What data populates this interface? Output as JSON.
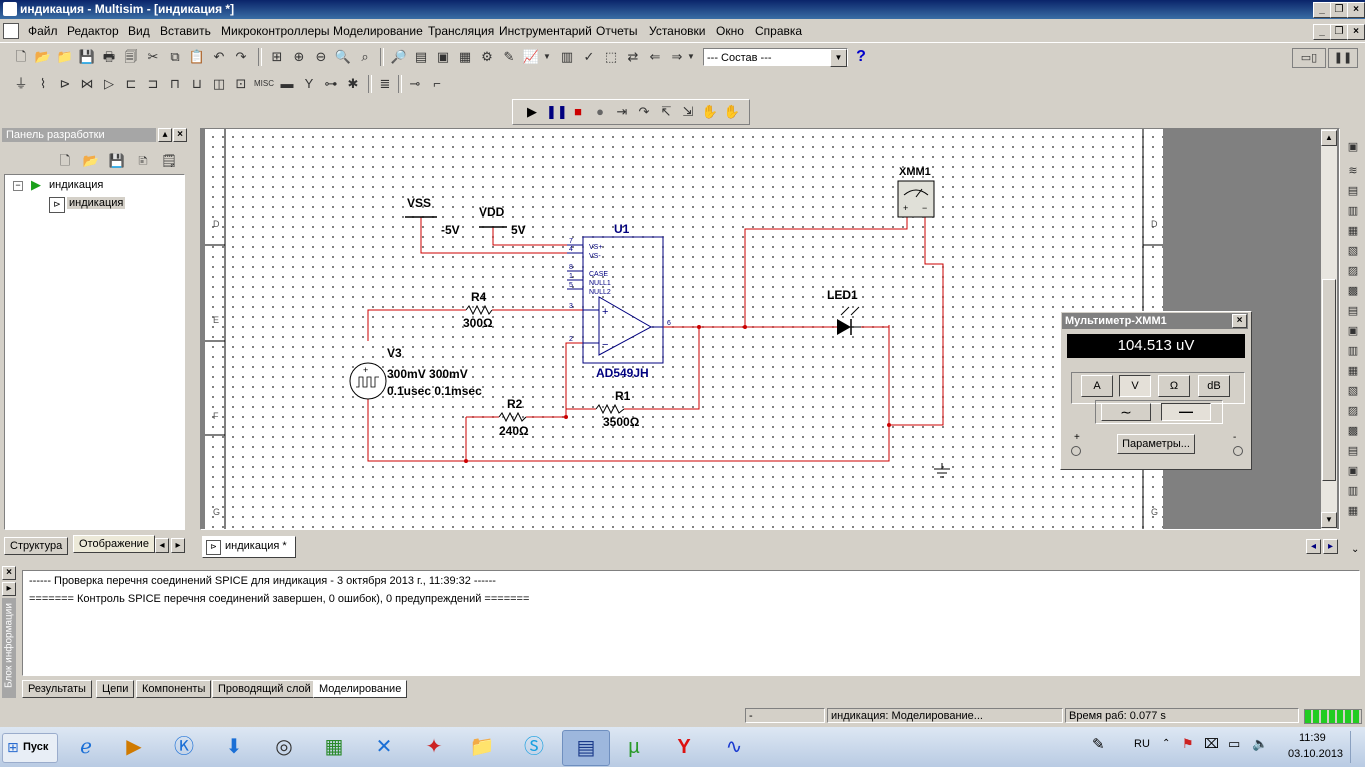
{
  "window": {
    "title": "индикация - Multisim - [индикация *]"
  },
  "menu": [
    "Файл",
    "Редактор",
    "Вид",
    "Вставить",
    "Микроконтроллеры",
    "Моделирование",
    "Трансляция",
    "Инструментарий",
    "Отчеты",
    "Установки",
    "Окно",
    "Справка"
  ],
  "toolbar": {
    "components_combo": "--- Состав ---",
    "help_glyph": "?"
  },
  "design_panel": {
    "title": "Панель разработки",
    "tree_root": "индикация",
    "tree_child": "индикация",
    "tabs": [
      "Структура",
      "Отображение"
    ]
  },
  "schematic": {
    "tab_label": "индикация *",
    "components": {
      "vss_name": "VSS",
      "vss_value": "-5V",
      "vdd_name": "VDD",
      "vdd_value": "5V",
      "opamp_ref": "U1",
      "opamp_part": "AD549JH",
      "opamp_pins": [
        "VS+",
        "VS-",
        "CASE",
        "NULL1",
        "NULL2"
      ],
      "opamp_pin_numbers": [
        "7",
        "4",
        "8",
        "1",
        "5",
        "3",
        "2",
        "6"
      ],
      "r4_ref": "R4",
      "r4_value": "300Ω",
      "r2_ref": "R2",
      "r2_value": "240Ω",
      "r1_ref": "R1",
      "r1_value": "3500Ω",
      "v3_ref": "V3",
      "v3_line1": "300mV 300mV",
      "v3_line2": "0.1usec 0.1msec",
      "led_ref": "LED1",
      "xmm_ref": "XMM1"
    },
    "border_letters": [
      "D",
      "E",
      "F",
      "G"
    ]
  },
  "multimeter": {
    "title": "Мультиметр-XMM1",
    "reading": "104.513 uV",
    "mode_buttons": [
      "A",
      "V",
      "Ω",
      "dB"
    ],
    "selected_mode": "V",
    "settings_label": "Параметры...",
    "plus_label": "+",
    "minus_label": "-"
  },
  "output": {
    "side_title": "Блок информации",
    "lines": [
      "------ Проверка перечня соединений SPICE для индикация - 3 октября 2013 г., 11:39:32 ------",
      "======= Контроль SPICE перечня соединений завершен, 0 ошибок), 0 предупреждений ======="
    ],
    "tabs": [
      "Результаты",
      "Цепи",
      "Компоненты",
      "Проводящий слой",
      "Моделирование"
    ],
    "active_tab": "Моделирование"
  },
  "statusbar": {
    "field1": "-",
    "field2": "индикация: Моделирование...",
    "field3": "Время раб: 0.077 s"
  },
  "taskbar": {
    "start_label": "Пуск",
    "language": "RU",
    "time": "11:39",
    "date": "03.10.2013"
  },
  "colors": {
    "wire": "#cc0000",
    "component_blue": "#00007f",
    "titlebar": "#0a246a"
  }
}
